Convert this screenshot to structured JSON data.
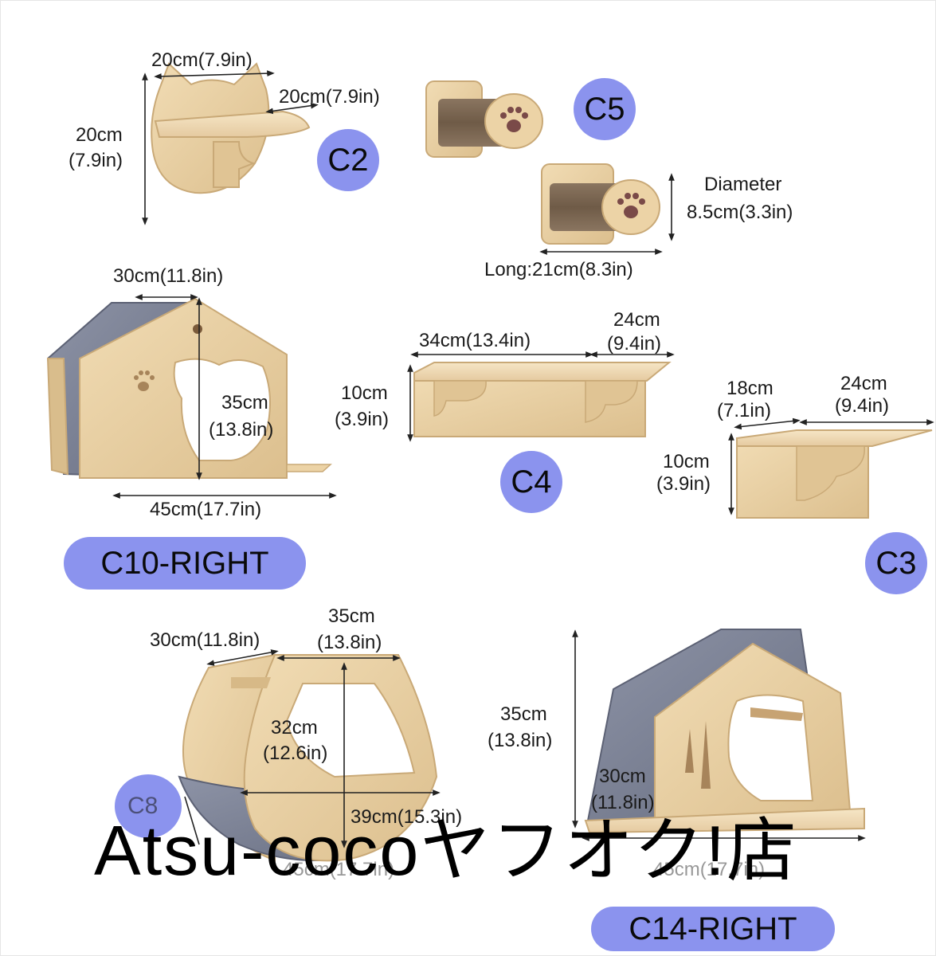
{
  "colors": {
    "wood": "#e7cfa2",
    "wood_dark": "#c9a977",
    "felt": "#7c8296",
    "badge": "#8b93ee"
  },
  "products": {
    "c2": {
      "badge": "C2",
      "width": "20cm(7.9in)",
      "depth": "20cm(7.9in)",
      "height_cm": "20cm",
      "height_in": "(7.9in)"
    },
    "c5": {
      "badge": "C5",
      "diameter_label": "Diameter",
      "diameter_value": "8.5cm(3.3in)",
      "length": "Long:21cm(8.3in)"
    },
    "c10": {
      "badge": "C10-RIGHT",
      "depth": "30cm(11.8in)",
      "height_cm": "35cm",
      "height_in": "(13.8in)",
      "width": "45cm(17.7in)"
    },
    "c4": {
      "badge": "C4",
      "width": "34cm(13.4in)",
      "depth_cm": "24cm",
      "depth_in": "(9.4in)",
      "height_cm": "10cm",
      "height_in": "(3.9in)"
    },
    "c3": {
      "badge": "C3",
      "width_cm": "18cm",
      "width_in": "(7.1in)",
      "depth_cm": "24cm",
      "depth_in": "(9.4in)",
      "height_cm": "10cm",
      "height_in": "(3.9in)"
    },
    "c8": {
      "badge_partial": "C8",
      "depth": "30cm(11.8in)",
      "top_cm": "35cm",
      "top_in": "(13.8in)",
      "inner_cm": "32cm",
      "inner_in": "(12.6in)",
      "bottom": "39cm(15.3in)",
      "width_partial": "45cm(17.7in)"
    },
    "c14": {
      "badge": "C14-RIGHT",
      "height_cm": "35cm",
      "height_in": "(13.8in)",
      "depth_cm": "30cm",
      "depth_in": "(11.8in)",
      "width_partial": "45cm(17.7in)"
    }
  },
  "watermark": "Atsu-cocoヤフオク!店"
}
